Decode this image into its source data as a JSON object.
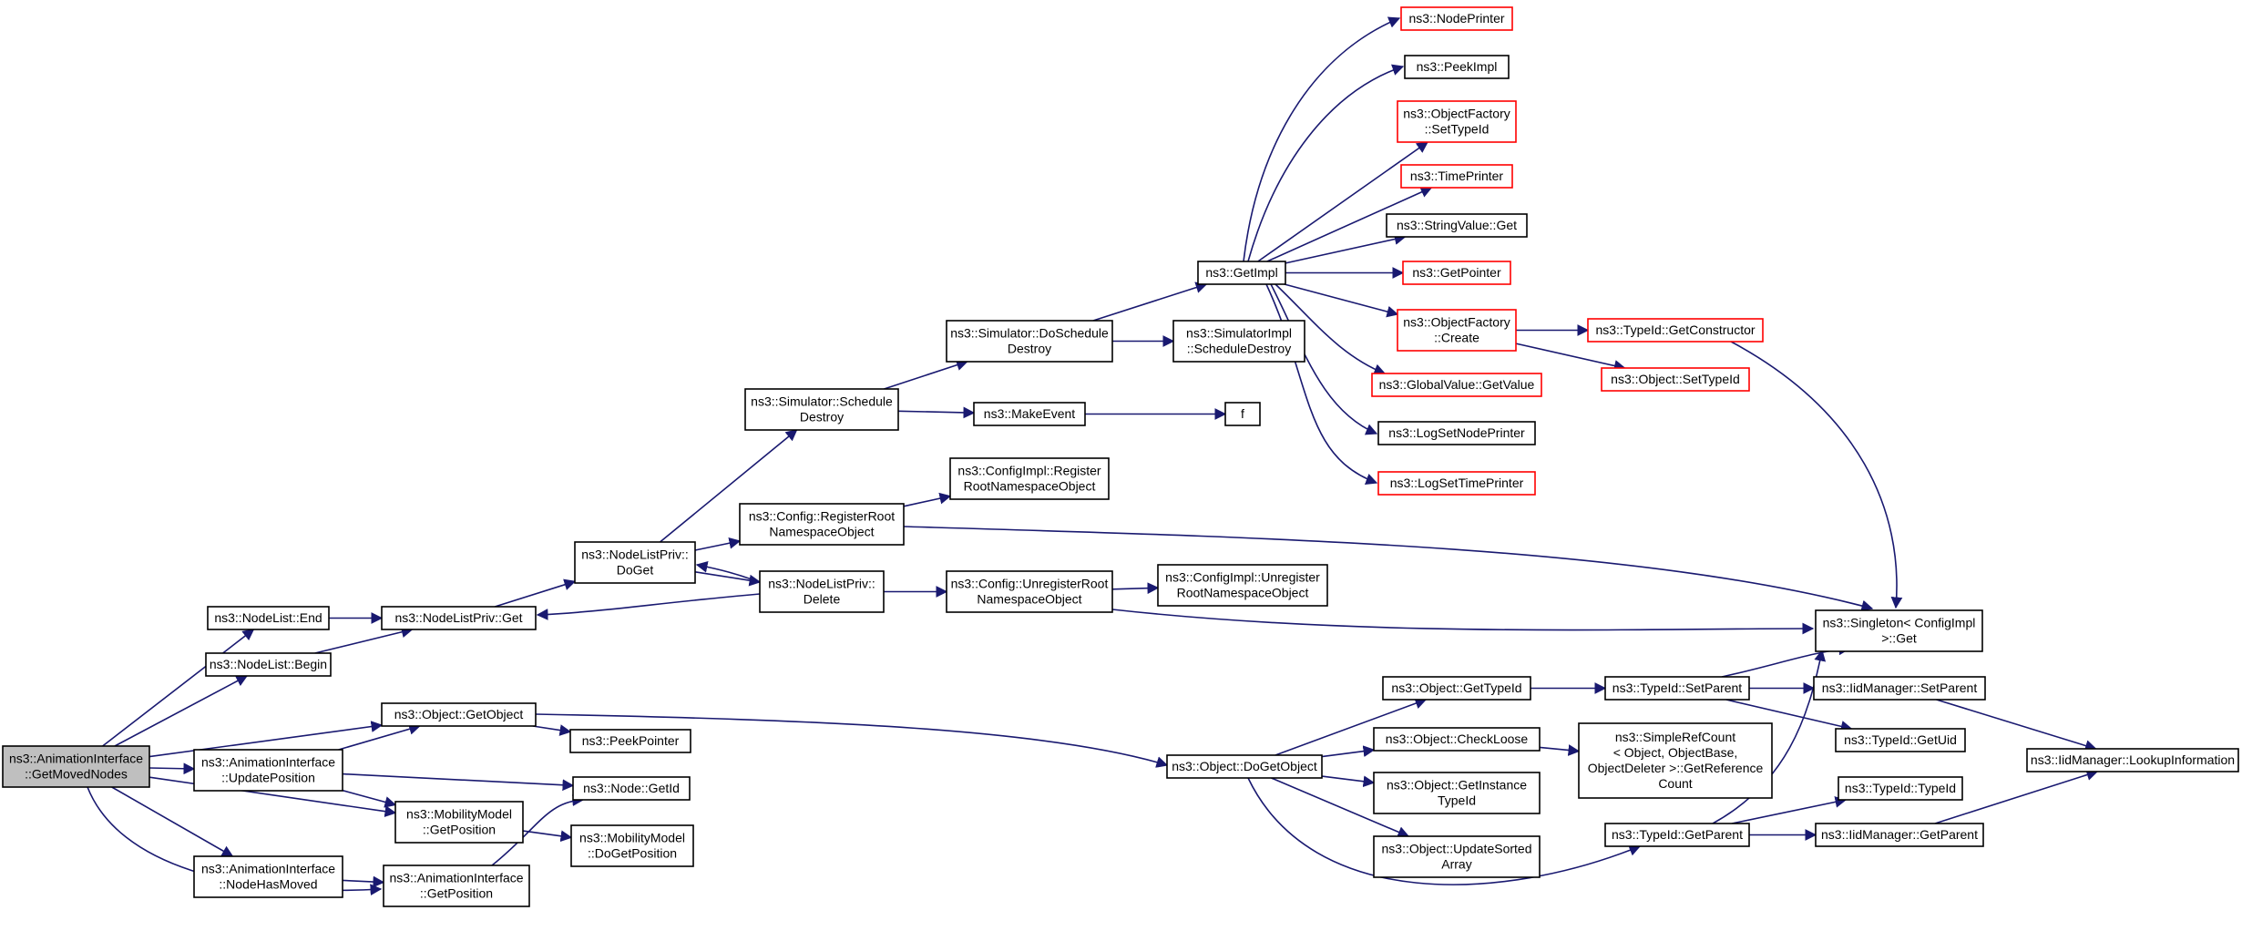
{
  "nodes": [
    {
      "id": "root",
      "lines": [
        "ns3::AnimationInterface",
        "::GetMovedNodes"
      ],
      "style": "root"
    },
    {
      "id": "nlEnd",
      "lines": [
        "ns3::NodeList::End"
      ]
    },
    {
      "id": "nlBegin",
      "lines": [
        "ns3::NodeList::Begin"
      ]
    },
    {
      "id": "nlpGet",
      "lines": [
        "ns3::NodeListPriv::Get"
      ]
    },
    {
      "id": "nlpDoGet",
      "lines": [
        "ns3::NodeListPriv::",
        "DoGet"
      ]
    },
    {
      "id": "nlpDelete",
      "lines": [
        "ns3::NodeListPriv::",
        "Delete"
      ]
    },
    {
      "id": "simSchedDestroy",
      "lines": [
        "ns3::Simulator::Schedule",
        "Destroy"
      ]
    },
    {
      "id": "cfgRegRoot",
      "lines": [
        "ns3::Config::RegisterRoot",
        "NamespaceObject"
      ]
    },
    {
      "id": "cfgUnregRoot",
      "lines": [
        "ns3::Config::UnregisterRoot",
        "NamespaceObject"
      ]
    },
    {
      "id": "simDoSchedDestroy",
      "lines": [
        "ns3::Simulator::DoSchedule",
        "Destroy"
      ]
    },
    {
      "id": "makeEvent",
      "lines": [
        "ns3::MakeEvent"
      ]
    },
    {
      "id": "f",
      "lines": [
        "f"
      ]
    },
    {
      "id": "simImplSchedDestroy",
      "lines": [
        "ns3::SimulatorImpl",
        "::ScheduleDestroy"
      ]
    },
    {
      "id": "cfgImplReg",
      "lines": [
        "ns3::ConfigImpl::Register",
        "RootNamespaceObject"
      ]
    },
    {
      "id": "cfgImplUnreg",
      "lines": [
        "ns3::ConfigImpl::Unregister",
        "RootNamespaceObject"
      ]
    },
    {
      "id": "getImpl",
      "lines": [
        "ns3::GetImpl"
      ]
    },
    {
      "id": "nodePrinter",
      "lines": [
        "ns3::NodePrinter"
      ],
      "style": "red"
    },
    {
      "id": "peekImpl",
      "lines": [
        "ns3::PeekImpl"
      ]
    },
    {
      "id": "ofSetTypeId",
      "lines": [
        "ns3::ObjectFactory",
        "::SetTypeId"
      ],
      "style": "red"
    },
    {
      "id": "timePrinter",
      "lines": [
        "ns3::TimePrinter"
      ],
      "style": "red"
    },
    {
      "id": "stringValueGet",
      "lines": [
        "ns3::StringValue::Get"
      ]
    },
    {
      "id": "getPointer",
      "lines": [
        "ns3::GetPointer"
      ],
      "style": "red"
    },
    {
      "id": "ofCreate",
      "lines": [
        "ns3::ObjectFactory",
        "::Create"
      ],
      "style": "red"
    },
    {
      "id": "gvGetValue",
      "lines": [
        "ns3::GlobalValue::GetValue"
      ],
      "style": "red"
    },
    {
      "id": "logSetNodePrinter",
      "lines": [
        "ns3::LogSetNodePrinter"
      ]
    },
    {
      "id": "logSetTimePrinter",
      "lines": [
        "ns3::LogSetTimePrinter"
      ],
      "style": "red"
    },
    {
      "id": "tidGetConstructor",
      "lines": [
        "ns3::TypeId::GetConstructor"
      ],
      "style": "red"
    },
    {
      "id": "objSetTypeId",
      "lines": [
        "ns3::Object::SetTypeId"
      ],
      "style": "red"
    },
    {
      "id": "singletonGet",
      "lines": [
        "ns3::Singleton< ConfigImpl",
        ">::Get"
      ]
    },
    {
      "id": "objGetObject",
      "lines": [
        "ns3::Object::GetObject"
      ]
    },
    {
      "id": "peekPointer",
      "lines": [
        "ns3::PeekPointer"
      ]
    },
    {
      "id": "aiUpdatePos",
      "lines": [
        "ns3::AnimationInterface",
        "::UpdatePosition"
      ]
    },
    {
      "id": "nodeGetId",
      "lines": [
        "ns3::Node::GetId"
      ]
    },
    {
      "id": "mmGetPos",
      "lines": [
        "ns3::MobilityModel",
        "::GetPosition"
      ]
    },
    {
      "id": "mmDoGetPos",
      "lines": [
        "ns3::MobilityModel",
        "::DoGetPosition"
      ]
    },
    {
      "id": "aiNodeHasMoved",
      "lines": [
        "ns3::AnimationInterface",
        "::NodeHasMoved"
      ]
    },
    {
      "id": "aiGetPos",
      "lines": [
        "ns3::AnimationInterface",
        "::GetPosition"
      ]
    },
    {
      "id": "objDoGetObject",
      "lines": [
        "ns3::Object::DoGetObject"
      ]
    },
    {
      "id": "objGetTypeId",
      "lines": [
        "ns3::Object::GetTypeId"
      ]
    },
    {
      "id": "objCheckLoose",
      "lines": [
        "ns3::Object::CheckLoose"
      ]
    },
    {
      "id": "objGetInstTypeId",
      "lines": [
        "ns3::Object::GetInstance",
        "TypeId"
      ]
    },
    {
      "id": "objUpdateSorted",
      "lines": [
        "ns3::Object::UpdateSorted",
        "Array"
      ]
    },
    {
      "id": "srcGetRefCount",
      "lines": [
        "ns3::SimpleRefCount",
        "< Object, ObjectBase,",
        "ObjectDeleter >::GetReference",
        "Count"
      ]
    },
    {
      "id": "tidSetParent",
      "lines": [
        "ns3::TypeId::SetParent"
      ]
    },
    {
      "id": "tidGetParent",
      "lines": [
        "ns3::TypeId::GetParent"
      ]
    },
    {
      "id": "iidSetParent",
      "lines": [
        "ns3::IidManager::SetParent"
      ]
    },
    {
      "id": "tidGetUid",
      "lines": [
        "ns3::TypeId::GetUid"
      ]
    },
    {
      "id": "iidLookup",
      "lines": [
        "ns3::IidManager::LookupInformation"
      ]
    },
    {
      "id": "tidTypeId",
      "lines": [
        "ns3::TypeId::TypeId"
      ]
    },
    {
      "id": "iidGetParent",
      "lines": [
        "ns3::IidManager::GetParent"
      ]
    }
  ],
  "edges": [
    [
      "root",
      "nlEnd"
    ],
    [
      "root",
      "nlBegin"
    ],
    [
      "root",
      "objGetObject"
    ],
    [
      "root",
      "aiUpdatePos"
    ],
    [
      "root",
      "mmGetPos"
    ],
    [
      "root",
      "aiNodeHasMoved"
    ],
    [
      "root",
      "aiGetPos"
    ],
    [
      "nlEnd",
      "nlpGet"
    ],
    [
      "nlBegin",
      "nlpGet"
    ],
    [
      "nlpGet",
      "nlpDoGet"
    ],
    [
      "nlpDoGet",
      "simSchedDestroy"
    ],
    [
      "nlpDoGet",
      "cfgRegRoot"
    ],
    [
      "nlpDoGet",
      "nlpDelete"
    ],
    [
      "nlpDelete",
      "nlpDoGet"
    ],
    [
      "nlpDelete",
      "nlpGet"
    ],
    [
      "nlpDelete",
      "cfgUnregRoot"
    ],
    [
      "simSchedDestroy",
      "simDoSchedDestroy"
    ],
    [
      "simSchedDestroy",
      "makeEvent"
    ],
    [
      "makeEvent",
      "f"
    ],
    [
      "simDoSchedDestroy",
      "getImpl"
    ],
    [
      "simDoSchedDestroy",
      "simImplSchedDestroy"
    ],
    [
      "cfgRegRoot",
      "cfgImplReg"
    ],
    [
      "cfgRegRoot",
      "singletonGet"
    ],
    [
      "cfgUnregRoot",
      "cfgImplUnreg"
    ],
    [
      "cfgUnregRoot",
      "singletonGet"
    ],
    [
      "getImpl",
      "nodePrinter"
    ],
    [
      "getImpl",
      "peekImpl"
    ],
    [
      "getImpl",
      "ofSetTypeId"
    ],
    [
      "getImpl",
      "timePrinter"
    ],
    [
      "getImpl",
      "stringValueGet"
    ],
    [
      "getImpl",
      "getPointer"
    ],
    [
      "getImpl",
      "ofCreate"
    ],
    [
      "getImpl",
      "gvGetValue"
    ],
    [
      "getImpl",
      "logSetNodePrinter"
    ],
    [
      "getImpl",
      "logSetTimePrinter"
    ],
    [
      "ofCreate",
      "tidGetConstructor"
    ],
    [
      "ofCreate",
      "objSetTypeId"
    ],
    [
      "tidGetConstructor",
      "singletonGet"
    ],
    [
      "objGetObject",
      "peekPointer"
    ],
    [
      "objGetObject",
      "objDoGetObject"
    ],
    [
      "aiUpdatePos",
      "objGetObject"
    ],
    [
      "aiUpdatePos",
      "nodeGetId"
    ],
    [
      "aiUpdatePos",
      "mmGetPos"
    ],
    [
      "mmGetPos",
      "mmDoGetPos"
    ],
    [
      "aiNodeHasMoved",
      "aiGetPos"
    ],
    [
      "aiGetPos",
      "nodeGetId"
    ],
    [
      "objDoGetObject",
      "objGetTypeId"
    ],
    [
      "objDoGetObject",
      "objCheckLoose"
    ],
    [
      "objDoGetObject",
      "objGetInstTypeId"
    ],
    [
      "objDoGetObject",
      "objUpdateSorted"
    ],
    [
      "objDoGetObject",
      "tidGetParent"
    ],
    [
      "objGetTypeId",
      "tidSetParent"
    ],
    [
      "objCheckLoose",
      "srcGetRefCount"
    ],
    [
      "tidSetParent",
      "singletonGet"
    ],
    [
      "tidSetParent",
      "iidSetParent"
    ],
    [
      "tidSetParent",
      "tidGetUid"
    ],
    [
      "iidSetParent",
      "iidLookup"
    ],
    [
      "tidGetParent",
      "singletonGet"
    ],
    [
      "tidGetParent",
      "tidTypeId"
    ],
    [
      "tidGetParent",
      "iidGetParent"
    ],
    [
      "iidGetParent",
      "iidLookup"
    ]
  ],
  "colors": {
    "edge": "#191970",
    "box_border": "#000000",
    "box_border_incomplete": "#ff0000",
    "root_fill": "#bfbfbf"
  }
}
